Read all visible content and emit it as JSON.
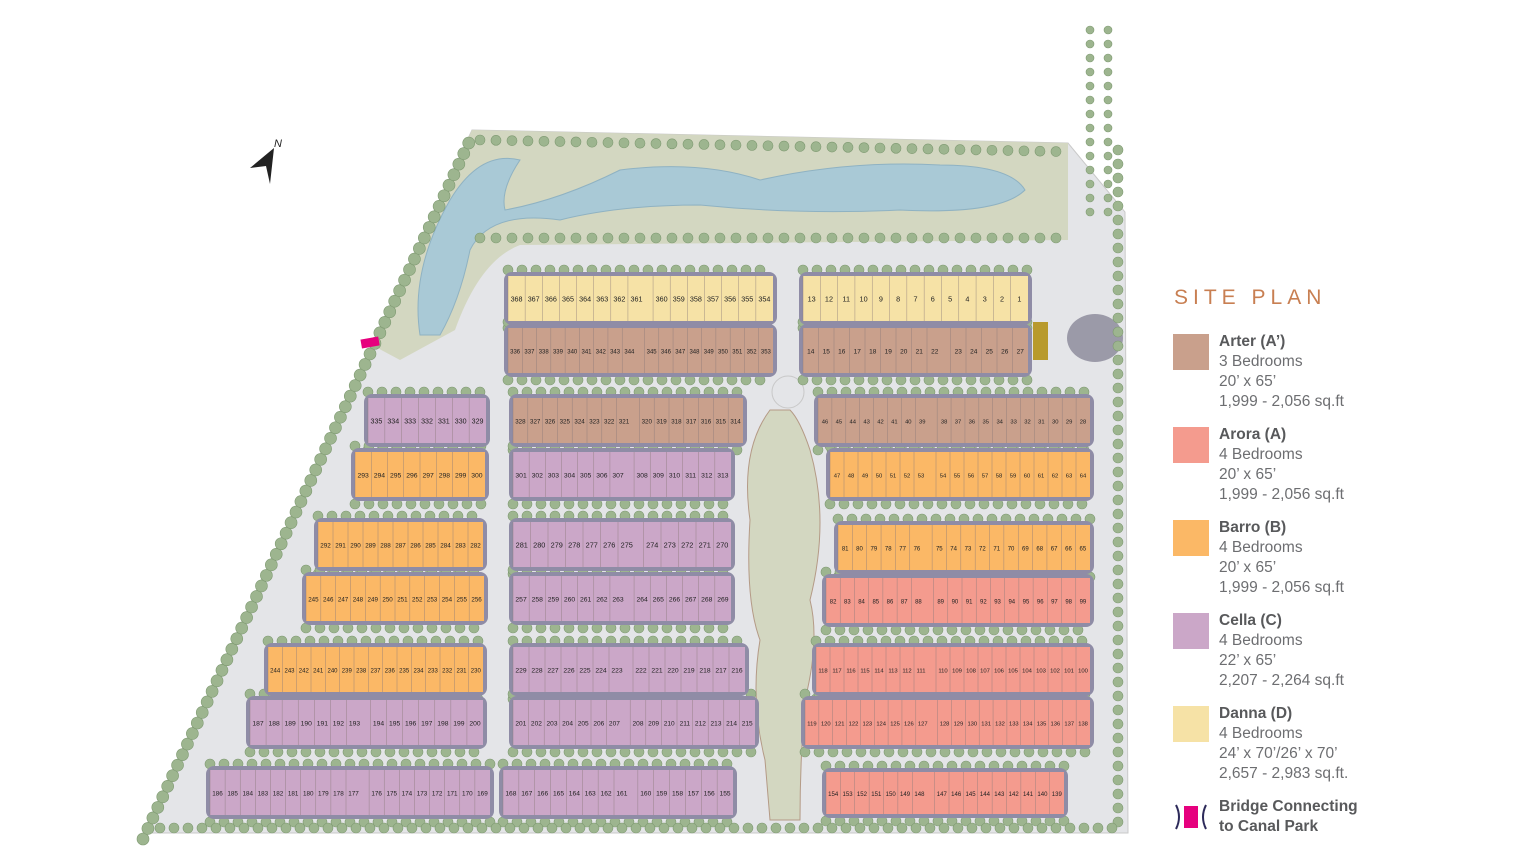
{
  "legend": {
    "title": "SITE PLAN",
    "items": [
      {
        "name": "Arter (A’)",
        "bedrooms": "3 Bedrooms",
        "size": "20’ x 65’",
        "area": "1,999 - 2,056 sq.ft",
        "color": "#c9a08c"
      },
      {
        "name": "Arora (A)",
        "bedrooms": "4 Bedrooms",
        "size": "20’ x 65’",
        "area": "1,999 - 2,056 sq.ft",
        "color": "#f49b8e"
      },
      {
        "name": "Barro (B)",
        "bedrooms": "4 Bedrooms",
        "size": "20’ x 65’",
        "area": "1,999 - 2,056 sq.ft",
        "color": "#fbb866"
      },
      {
        "name": "Cella (C)",
        "bedrooms": "4 Bedrooms",
        "size": "22’ x 65’",
        "area": "2,207 - 2,264 sq.ft",
        "color": "#cba7c8"
      },
      {
        "name": "Danna (D)",
        "bedrooms": "4 Bedrooms",
        "size": "24’ x 70’/26’ x 70’",
        "area": "2,657 - 2,983 sq.ft.",
        "color": "#f6e2a6"
      }
    ],
    "bridge": {
      "line1": "Bridge Connecting",
      "line2": "to Canal Park",
      "color": "#e6007e"
    }
  },
  "north_label": "N",
  "blocks": [
    {
      "type": "D",
      "lots": [
        [
          368,
          361
        ],
        [
          360,
          354
        ]
      ]
    },
    {
      "type": "D",
      "lots": [
        [
          13,
          1
        ]
      ]
    },
    {
      "type": "A'",
      "lots": [
        [
          336,
          344
        ],
        [
          345,
          353
        ]
      ]
    },
    {
      "type": "A'",
      "lots": [
        [
          14,
          22
        ],
        [
          23,
          27
        ]
      ]
    },
    {
      "type": "C",
      "lots": [
        [
          335,
          329
        ]
      ]
    },
    {
      "type": "A'",
      "lots": [
        [
          328,
          321
        ],
        [
          320,
          314
        ]
      ]
    },
    {
      "type": "A'",
      "lots": [
        [
          46,
          39
        ],
        [
          38,
          28
        ]
      ]
    },
    {
      "type": "B",
      "lots": [
        [
          293,
          300
        ]
      ]
    },
    {
      "type": "C",
      "lots": [
        [
          301,
          307
        ],
        [
          308,
          313
        ]
      ]
    },
    {
      "type": "B",
      "lots": [
        [
          47,
          53
        ],
        [
          54,
          64
        ]
      ]
    },
    {
      "type": "B",
      "lots": [
        [
          292,
          282
        ]
      ]
    },
    {
      "type": "C",
      "lots": [
        [
          281,
          275
        ],
        [
          274,
          270
        ]
      ]
    },
    {
      "type": "B",
      "lots": [
        [
          81,
          76
        ],
        [
          75,
          65
        ]
      ]
    },
    {
      "type": "B",
      "lots": [
        [
          245,
          256
        ]
      ]
    },
    {
      "type": "C",
      "lots": [
        [
          257,
          263
        ],
        [
          264,
          269
        ]
      ]
    },
    {
      "type": "A",
      "lots": [
        [
          82,
          88
        ],
        [
          89,
          99
        ]
      ]
    },
    {
      "type": "B",
      "lots": [
        [
          244,
          230
        ]
      ]
    },
    {
      "type": "C",
      "lots": [
        [
          229,
          223
        ],
        [
          222,
          216
        ]
      ]
    },
    {
      "type": "A",
      "lots": [
        [
          118,
          111
        ],
        [
          110,
          100
        ]
      ]
    },
    {
      "type": "C",
      "lots": [
        [
          187,
          193
        ],
        [
          194,
          200
        ]
      ]
    },
    {
      "type": "C",
      "lots": [
        [
          201,
          207
        ],
        [
          208,
          215
        ]
      ]
    },
    {
      "type": "A",
      "lots": [
        [
          119,
          127
        ],
        [
          128,
          138
        ]
      ]
    },
    {
      "type": "C",
      "lots": [
        [
          186,
          177
        ],
        [
          176,
          169
        ]
      ]
    },
    {
      "type": "C",
      "lots": [
        [
          168,
          161
        ],
        [
          160,
          155
        ]
      ]
    },
    {
      "type": "A",
      "lots": [
        [
          154,
          148
        ],
        [
          147,
          139
        ]
      ]
    }
  ],
  "type_colors": {
    "A'": "#c9a08c",
    "A": "#f49b8e",
    "B": "#fbb866",
    "C": "#cba7c8",
    "D": "#f6e2a6"
  }
}
